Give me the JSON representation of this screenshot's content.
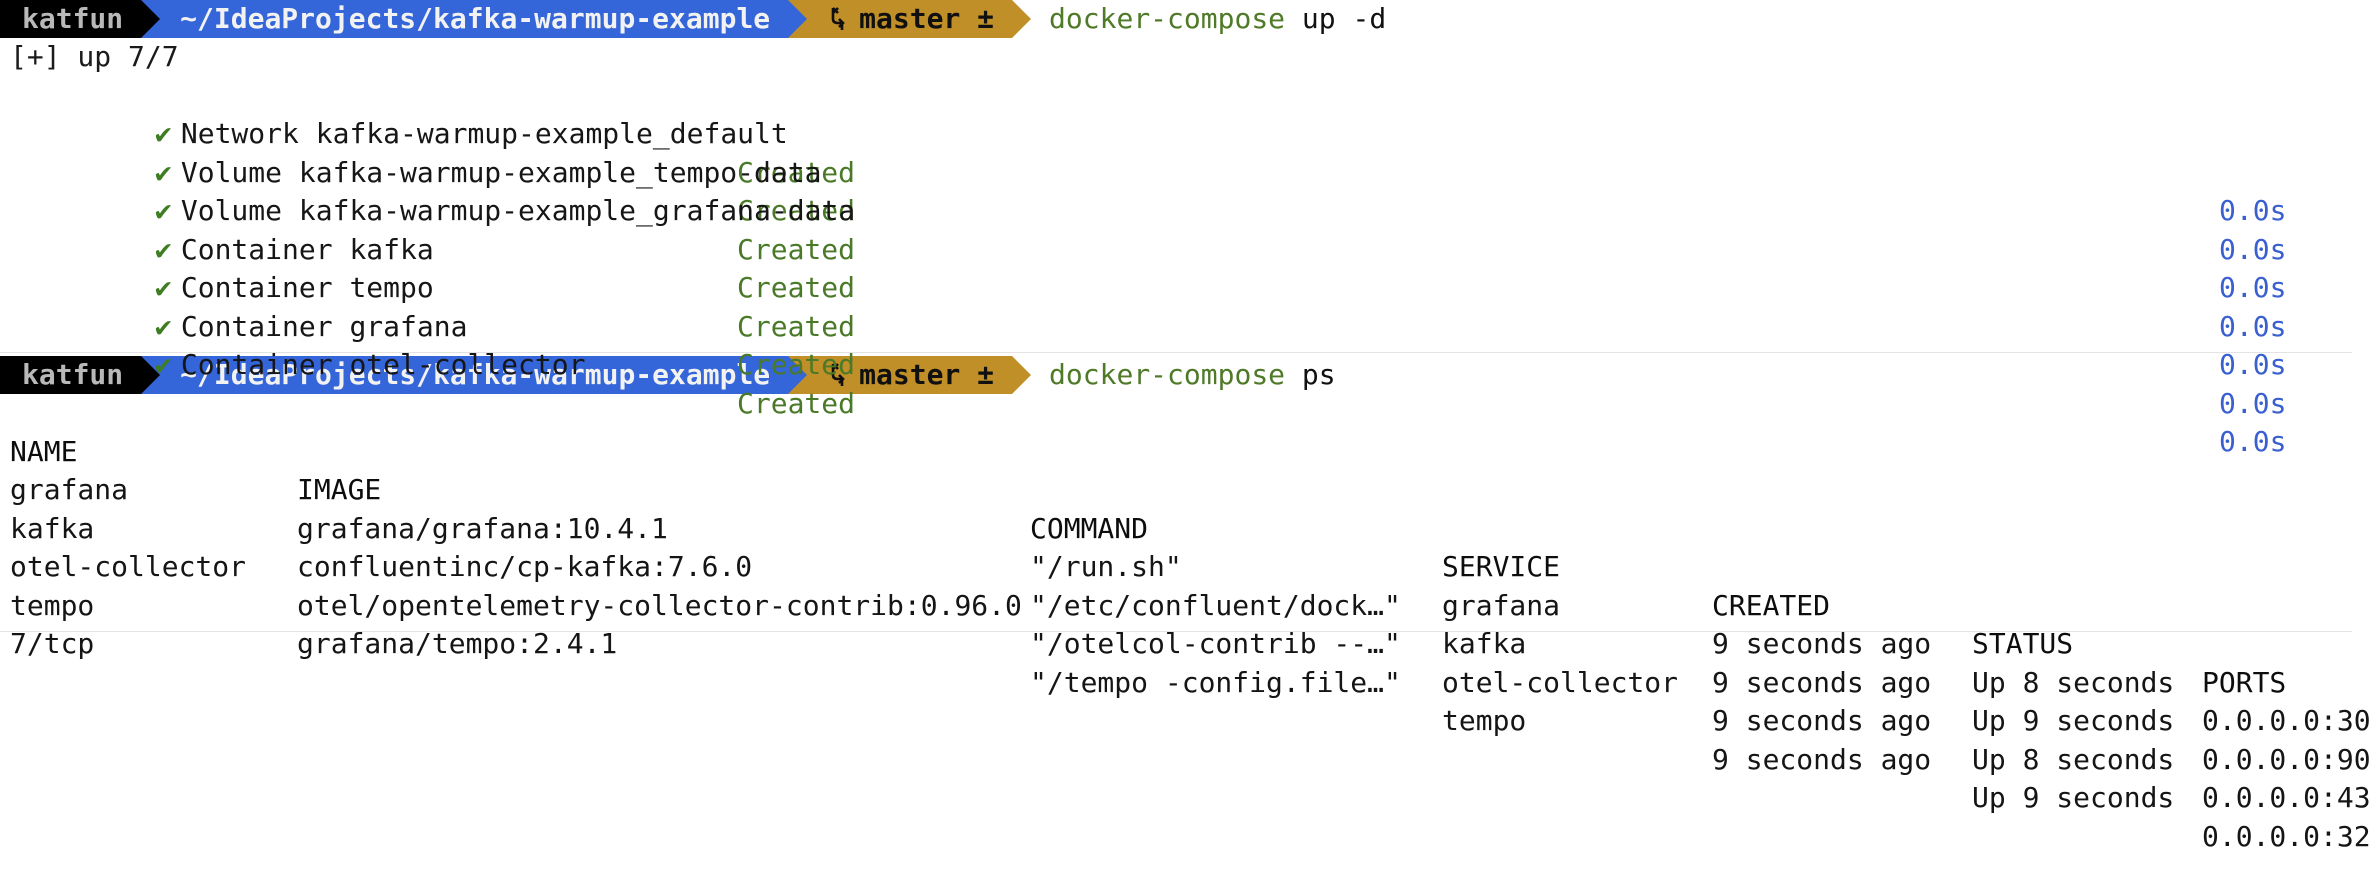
{
  "theme": {
    "background": "#ffffff",
    "foreground": "#1a1a1a",
    "user_segment_bg": "#000000",
    "user_segment_fg": "#b9b9b9",
    "path_segment_bg": "#3465d9",
    "path_segment_fg": "#f2f2f2",
    "git_segment_bg": "#c08f28",
    "git_segment_fg": "#101010",
    "command_green": "#4f7a28",
    "success_green": "#4a7a28",
    "timing_blue": "#3a5fd0",
    "divider": "#e3e3e3"
  },
  "blocks": [
    {
      "prompt": {
        "user": "katfun",
        "path": "~/IdeaProjects/kafka-warmup-example",
        "git_icon": "git-branch-icon",
        "git_branch": "master ±"
      },
      "command": {
        "program": "docker-compose",
        "args": "up -d"
      },
      "summary": "[+] up 7/7",
      "check_glyph": "✔",
      "rows": [
        {
          "kind": "Network",
          "name": "kafka-warmup-example_default",
          "state": "Created",
          "time": "0.0s"
        },
        {
          "kind": "Volume",
          "name": "kafka-warmup-example_tempo-data",
          "state": "Created",
          "time": "0.0s"
        },
        {
          "kind": "Volume",
          "name": "kafka-warmup-example_grafana-data",
          "state": "Created",
          "time": "0.0s"
        },
        {
          "kind": "Container",
          "name": "kafka",
          "state": "Created",
          "time": "0.0s"
        },
        {
          "kind": "Container",
          "name": "tempo",
          "state": "Created",
          "time": "0.0s"
        },
        {
          "kind": "Container",
          "name": "grafana",
          "state": "Created",
          "time": "0.0s"
        },
        {
          "kind": "Container",
          "name": "otel-collector",
          "state": "Created",
          "time": "0.0s"
        }
      ]
    },
    {
      "prompt": {
        "user": "katfun",
        "path": "~/IdeaProjects/kafka-warmup-example",
        "git_icon": "git-branch-icon",
        "git_branch": "master ±"
      },
      "command": {
        "program": "docker-compose",
        "args": "ps"
      },
      "table": {
        "headers": [
          "NAME",
          "IMAGE",
          "COMMAND",
          "SERVICE",
          "CREATED",
          "STATUS",
          "PORTS"
        ],
        "rows": [
          {
            "name": "grafana",
            "image": "grafana/grafana:10.4.1",
            "command": "\"/run.sh\"",
            "service": "grafana",
            "created": "9 seconds ago",
            "status": "Up 8 seconds",
            "ports": "0.0.0.0:30"
          },
          {
            "name": "kafka",
            "image": "confluentinc/cp-kafka:7.6.0",
            "command": "\"/etc/confluent/dock…\"",
            "service": "kafka",
            "created": "9 seconds ago",
            "status": "Up 9 seconds",
            "ports": "0.0.0.0:90"
          },
          {
            "name": "otel-collector",
            "image": "otel/opentelemetry-collector-contrib:0.96.0",
            "command": "\"/otelcol-contrib --…\"",
            "service": "otel-collector",
            "created": "9 seconds ago",
            "status": "Up 8 seconds",
            "ports": "0.0.0.0:43"
          },
          {
            "name": "tempo",
            "image": "grafana/tempo:2.4.1",
            "command": "\"/tempo -config.file…\"",
            "service": "tempo",
            "created": "9 seconds ago",
            "status": "Up 9 seconds",
            "ports": "0.0.0.0:32"
          }
        ],
        "wrapped_tail": "7/tcp"
      }
    }
  ]
}
